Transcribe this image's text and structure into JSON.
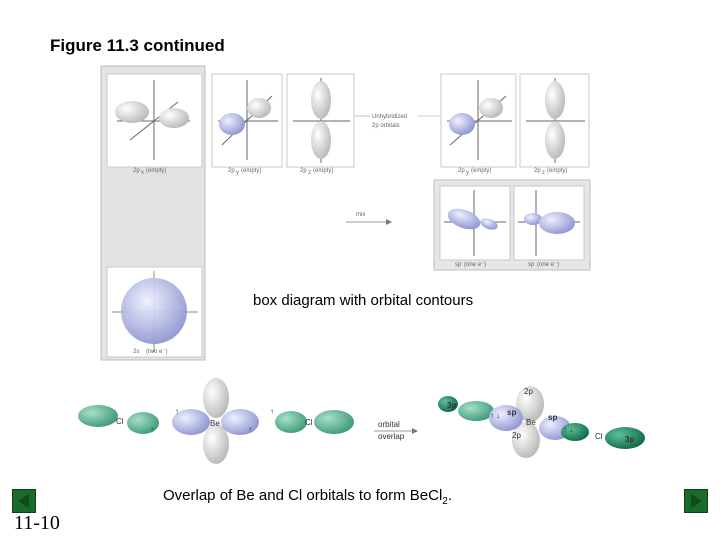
{
  "title": "Figure 11.3 continued",
  "figure": {
    "top_row_labels": [
      "2p",
      "2p",
      "2p"
    ],
    "top_row_subs": [
      "x",
      "y",
      "z"
    ],
    "empty_note": "(empty)",
    "right_row_labels": [
      "2p",
      "2p"
    ],
    "right_row_subs": [
      "y",
      "z"
    ],
    "unhybridized_line1": "Unhybridized",
    "unhybridized_line2": "2p orbitals",
    "mix_label": "mix",
    "sp_label": "sp",
    "sp_note": "(one e⁻)",
    "s_label": "2s",
    "s_note": "(two e⁻)"
  },
  "box_caption": "box diagram with orbital contours",
  "overlap": {
    "cl_left": "Cl",
    "be": "Be",
    "cl_right": "Cl",
    "arrow_line1": "orbital",
    "arrow_line2": "overlap",
    "lab_3p_left": "3p",
    "lab_2p_top": "2p",
    "lab_sp_left": "sp",
    "lab_sp_right": "sp",
    "lab_2p_bottom": "2p",
    "lab_be_right": "Be",
    "lab_cl_right": "Cl",
    "lab_3p_right": "3p",
    "spin_up": "↑",
    "spin_down": "↓"
  },
  "overlap_caption": {
    "prefix": "Overlap of Be and Cl orbitals to form Be",
    "formula_element": "Cl",
    "subscript": "2",
    "suffix": "."
  },
  "slide_number": "11-10",
  "colors": {
    "lavender": "#b7bde6",
    "grey_lobe": "#d8d8d8",
    "green": "#2e9a74",
    "dark_green": "#17704d",
    "nav": "#1a6b2a",
    "panel_bg": "#e6e6e6"
  }
}
